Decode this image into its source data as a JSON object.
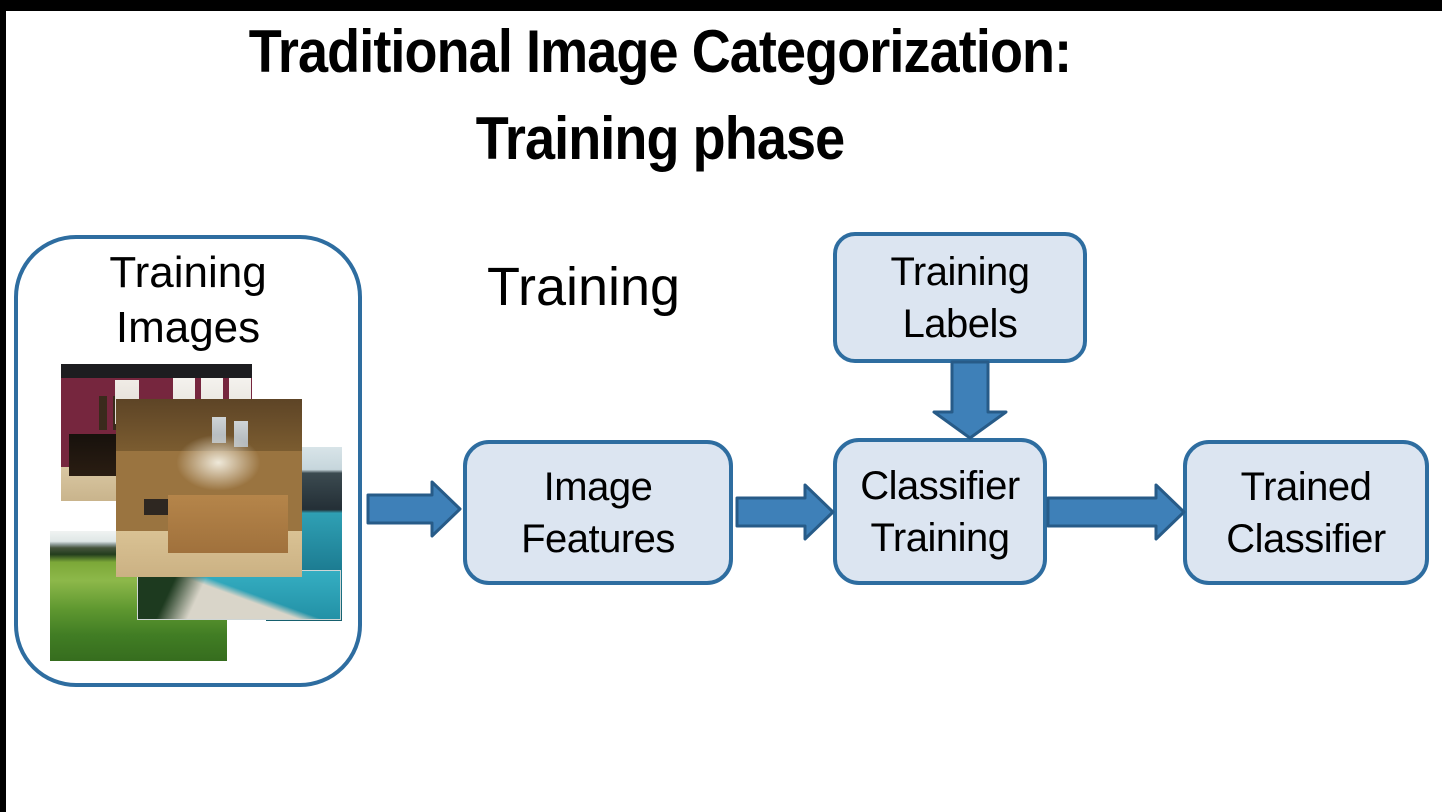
{
  "slide": {
    "title_line1": "Traditional Image Categorization:",
    "title_line2": "Training phase",
    "training_label": "Training"
  },
  "training_images": {
    "label_line1": "Training",
    "label_line2": "Images",
    "photos": [
      {
        "name": "bedroom-interior-photo"
      },
      {
        "name": "mountain-lake-photo"
      },
      {
        "name": "grass-field-photo"
      },
      {
        "name": "rocky-beach-photo"
      },
      {
        "name": "kitchen-interior-photo"
      }
    ]
  },
  "boxes": {
    "training_labels": {
      "line1": "Training",
      "line2": "Labels"
    },
    "image_features": {
      "line1": "Image",
      "line2": "Features"
    },
    "classifier_training": {
      "line1": "Classifier",
      "line2": "Training"
    },
    "trained_classifier": {
      "line1": "Trained",
      "line2": "Classifier"
    }
  },
  "colors": {
    "background": "#ffffff",
    "text": "#000000",
    "slide_frame": "#000000",
    "box_fill": "#dce5f1",
    "box_border": "#2e6da0",
    "container_border": "#2e6da0",
    "arrow_fill": "#3e80b8",
    "arrow_border": "#275b88"
  }
}
